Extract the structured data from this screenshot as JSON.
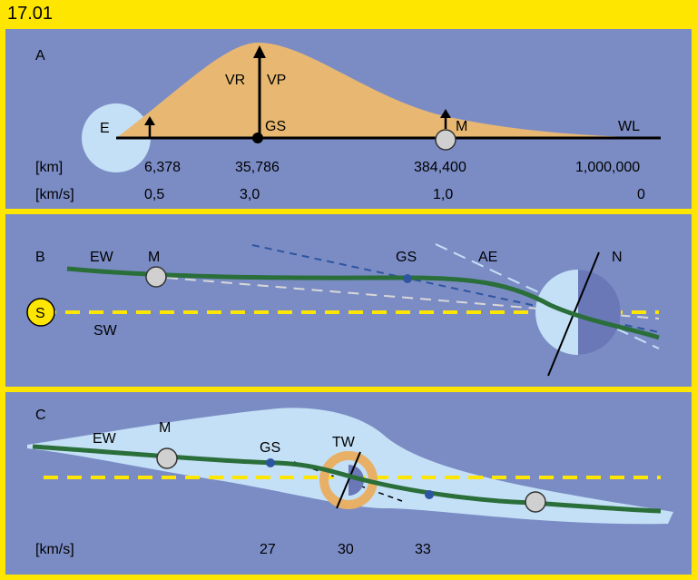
{
  "figure_number": "17.01",
  "panel_a": {
    "letter": "A",
    "labels": {
      "earth": "E",
      "vr": "VR",
      "vp": "VP",
      "gs": "GS",
      "moon": "M",
      "wl": "WL"
    },
    "row_km": {
      "unit": "[km]",
      "values": [
        "6,378",
        "35,786",
        "384,400",
        "1,000,000"
      ]
    },
    "row_kms": {
      "unit": "[km/s]",
      "values": [
        "0,5",
        "3,0",
        "1,0",
        "0"
      ]
    }
  },
  "panel_b": {
    "letter": "B",
    "labels": {
      "ew": "EW",
      "moon": "M",
      "gs": "GS",
      "ae": "AE",
      "n": "N",
      "sun": "S",
      "sw": "SW"
    }
  },
  "panel_c": {
    "letter": "C",
    "labels": {
      "ew": "EW",
      "moon": "M",
      "gs": "GS",
      "tw": "TW"
    },
    "row_kms": {
      "unit": "[km/s]",
      "values": [
        "27",
        "30",
        "33"
      ]
    }
  },
  "colors": {
    "frame": "#ffe600",
    "panel": "#7b8cc5",
    "orbit_fill": "#e8b872",
    "earth_light": "#c4e0f6",
    "earth_dark": "#6a78b8",
    "track": "#2a6e3a",
    "sun": "#ffe600",
    "dot": "#2e55a0",
    "orange_ring": "#e8b066"
  }
}
